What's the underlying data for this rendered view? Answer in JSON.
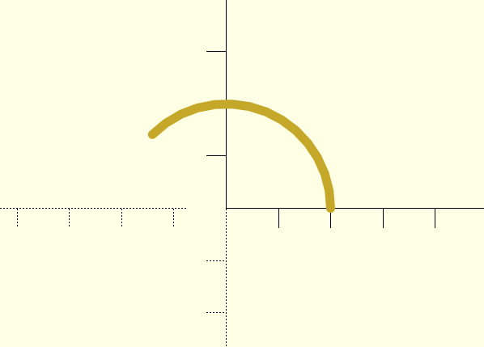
{
  "viewport": {
    "background_color": "#ffffe5",
    "axis_color": "#000000",
    "shape_color": "#c5a82a"
  },
  "shape": {
    "type": "arc",
    "center": [
      0,
      0
    ],
    "radius": 10,
    "start_angle_deg": 0,
    "end_angle_deg": 135,
    "segments": 14
  }
}
